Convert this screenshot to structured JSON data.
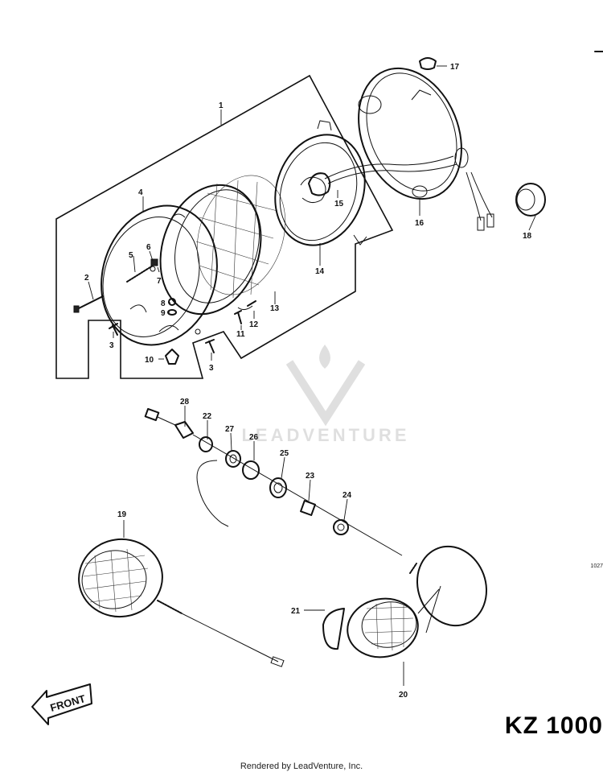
{
  "diagram": {
    "callouts": {
      "c1": "1",
      "c2": "2",
      "c3a": "3",
      "c3b": "3",
      "c4": "4",
      "c5": "5",
      "c6": "6",
      "c7": "7",
      "c8": "8",
      "c9": "9",
      "c10": "10",
      "c11": "11",
      "c12": "12",
      "c13": "13",
      "c14": "14",
      "c15": "15",
      "c16": "16",
      "c17": "17",
      "c18": "18",
      "c19": "19",
      "c20": "20",
      "c21": "21",
      "c22": "22",
      "c23": "23",
      "c24": "24",
      "c25": "25",
      "c26": "26",
      "c27": "27",
      "c28": "28"
    },
    "front_arrow_label": "FRONT",
    "model_label": "KZ 1000",
    "footer_credit": "Rendered by LeadVenture, Inc.",
    "side_code": "1027",
    "watermark_text": "LEADVENTURE",
    "ink_color": "#111111",
    "background_color": "#ffffff"
  }
}
